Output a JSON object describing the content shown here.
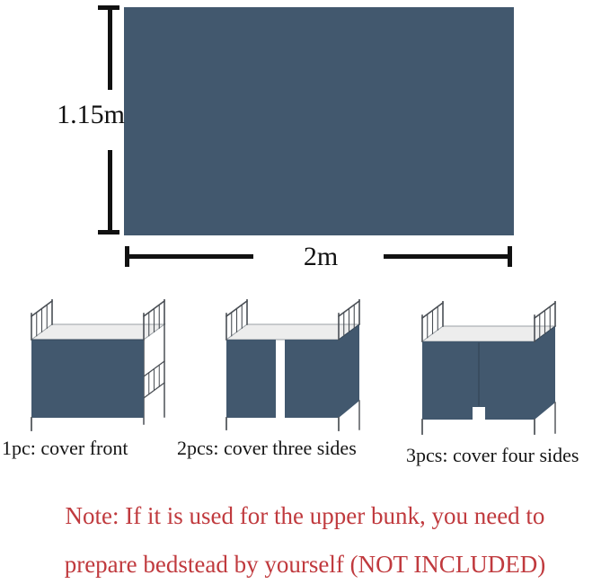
{
  "diagram": {
    "height_label": "1.15m",
    "width_label": "2m"
  },
  "beds": [
    {
      "label": "1pc: cover front",
      "coverage": "front"
    },
    {
      "label": "2pcs: cover three sides",
      "coverage": "three-sides"
    },
    {
      "label": "3pcs: cover four sides",
      "coverage": "four-sides"
    }
  ],
  "note": {
    "line1": "Note: If it is used for the upper bunk, you need to",
    "line2": "prepare bedstead by yourself (NOT INCLUDED)"
  },
  "colors": {
    "fabric": "#42586E",
    "fabric_shade": "#36485A",
    "mattress": "#EDEDED",
    "mattress_edge": "#9AA0A5",
    "frame": "#4A4F55",
    "leg": "#55595E",
    "dimension": "#111111",
    "label_text": "#161616",
    "note_red": "#C03A3E"
  }
}
